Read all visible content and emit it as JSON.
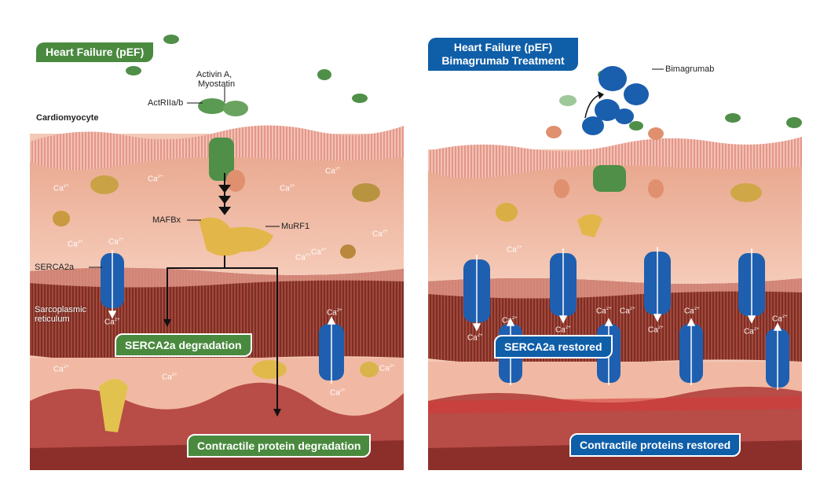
{
  "left_panel": {
    "title": "Heart Failure (pEF)",
    "labels": {
      "activin": "Activin A,",
      "myostatin": "Myostatin",
      "receptor": "ActRIIa/b",
      "cell": "Cardiomyocyte",
      "mafbx": "MAFBx",
      "murf1": "MuRF1",
      "serca": "SERCA2a",
      "sr_line1": "Sarcoplasmic",
      "sr_line2": "reticulum"
    },
    "badges": {
      "serca_degradation": "SERCA2a degradation",
      "contractile_degradation": "Contractile protein degradation"
    },
    "colors": {
      "title_bg": "#4a8a3f",
      "badge_bg": "#4a8a3f"
    }
  },
  "right_panel": {
    "title_line1": "Heart Failure (pEF)",
    "title_line2": "Bimagrumab Treatment",
    "labels": {
      "drug": "Bimagrumab"
    },
    "badges": {
      "serca_restored": "SERCA2a restored",
      "contractile_restored": "Contractile proteins restored"
    },
    "colors": {
      "title_bg": "#0f5ea8",
      "badge_bg": "#0f5ea8"
    }
  },
  "ion": {
    "symbol": "Ca",
    "charge": "2+"
  }
}
